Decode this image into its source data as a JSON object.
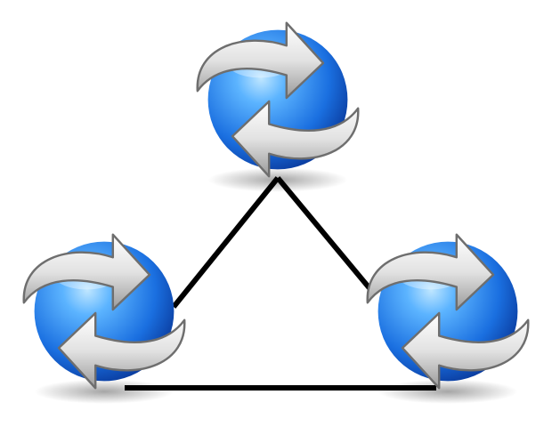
{
  "diagram": {
    "nodes": [
      {
        "id": "top",
        "icon": "sync-sphere-icon"
      },
      {
        "id": "left",
        "icon": "sync-sphere-icon"
      },
      {
        "id": "right",
        "icon": "sync-sphere-icon"
      }
    ],
    "edges": [
      {
        "from": "top",
        "to": "left"
      },
      {
        "from": "top",
        "to": "right"
      },
      {
        "from": "left",
        "to": "right"
      }
    ]
  },
  "colors": {
    "sphere_light": "#8fd0ff",
    "sphere_mid": "#1f7fe8",
    "sphere_dark": "#0a3fa8",
    "arrow_light": "#ffffff",
    "arrow_dark": "#8c8c8c",
    "edge": "#000000",
    "background": "#ffffff"
  }
}
